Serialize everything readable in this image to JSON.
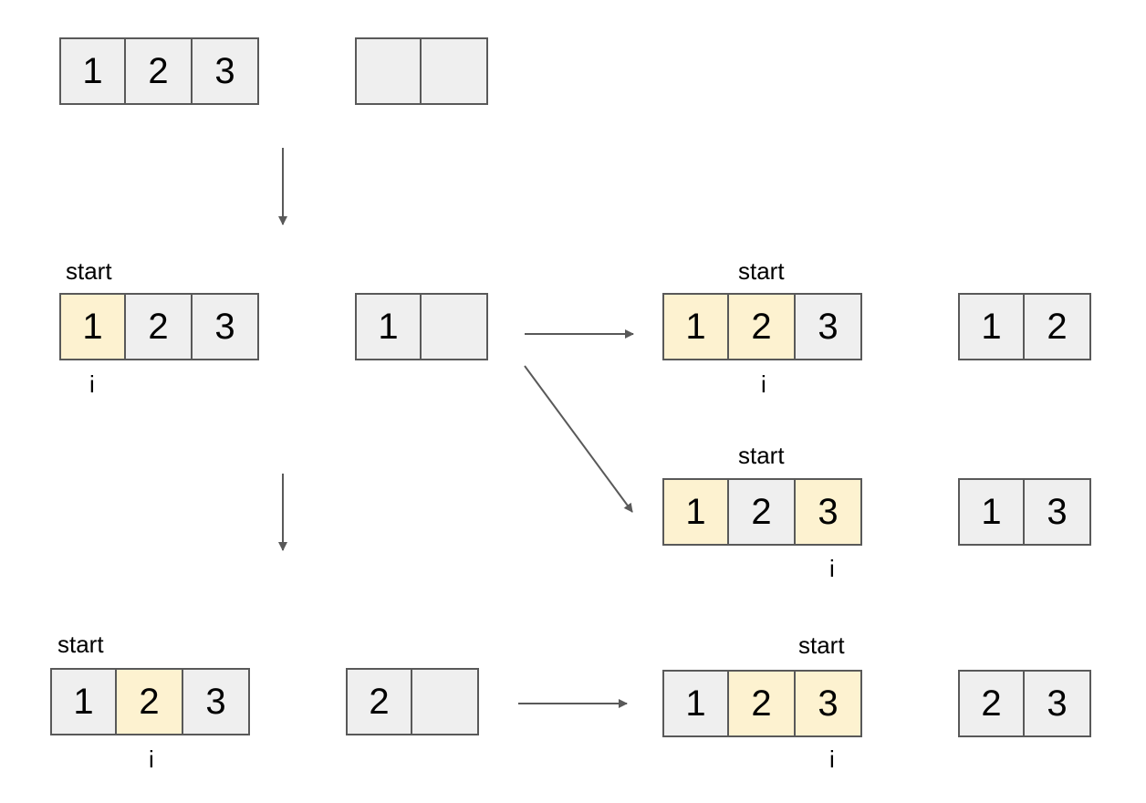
{
  "colors": {
    "cell": "#efefef",
    "highlight": "#fdf2d0",
    "border": "#595959",
    "arrow": "#595959"
  },
  "stages": {
    "s0": {
      "nums": [
        "1",
        "2",
        "3"
      ],
      "path": [
        "",
        ""
      ]
    },
    "s1": {
      "start": "start",
      "i": "i",
      "nums": [
        "1",
        "2",
        "3"
      ],
      "path": [
        "1",
        ""
      ]
    },
    "s2": {
      "start": "start",
      "i": "i",
      "nums": [
        "1",
        "2",
        "3"
      ],
      "path": [
        "1",
        "2"
      ]
    },
    "s3": {
      "start": "start",
      "i": "i",
      "nums": [
        "1",
        "2",
        "3"
      ],
      "path": [
        "1",
        "3"
      ]
    },
    "s4": {
      "start": "start",
      "i": "i",
      "nums": [
        "1",
        "2",
        "3"
      ],
      "path": [
        "2",
        ""
      ]
    },
    "s5": {
      "start": "start",
      "i": "i",
      "nums": [
        "1",
        "2",
        "3"
      ],
      "path": [
        "2",
        "3"
      ]
    }
  }
}
